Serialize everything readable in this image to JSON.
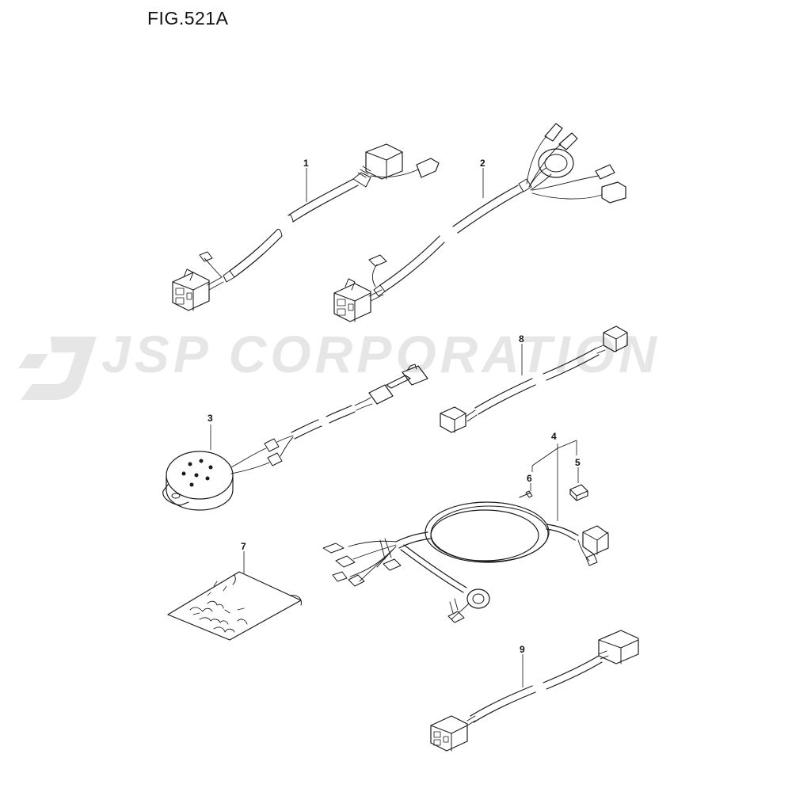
{
  "figure": {
    "title": "FIG.521A"
  },
  "watermark": {
    "text": "JSP CORPORATION",
    "color": "#e6e6e6"
  },
  "parts": [
    {
      "ref": "1"
    },
    {
      "ref": "2"
    },
    {
      "ref": "3"
    },
    {
      "ref": "4"
    },
    {
      "ref": "5"
    },
    {
      "ref": "6"
    },
    {
      "ref": "7"
    },
    {
      "ref": "8"
    },
    {
      "ref": "9"
    }
  ]
}
